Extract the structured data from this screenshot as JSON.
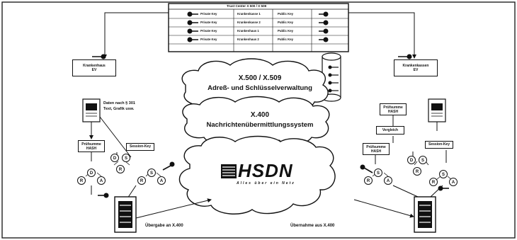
{
  "trust_center": {
    "title": "Trust Center X 500 / X 509",
    "rows": [
      [
        "Private Key",
        "Krankenkasse 1",
        "Public Key"
      ],
      [
        "Private Key",
        "Krankenkasse 2",
        "Public Key"
      ],
      [
        "Private Key",
        "Krankenhaus 1",
        "Public Key"
      ],
      [
        "Private Key",
        "Krankenhaus 2",
        "Public Key"
      ]
    ]
  },
  "left_org": {
    "line1": "Krankenhaus",
    "line2": "EV"
  },
  "right_org": {
    "line1": "Krankenkassen",
    "line2": "EV"
  },
  "cloud_top": {
    "line1": "X.500 / X.509",
    "line2": "Adreß- und Schlüsselverwaltung"
  },
  "cloud_mid": {
    "line1": "X.400",
    "line2": "Nachrichtenübermittlungssystem"
  },
  "logo": {
    "text": "HSDN",
    "tagline": "Alles über ein Netz"
  },
  "left_side": {
    "data_note": [
      "Daten nach § 301",
      "Text, Grafik usw."
    ],
    "checksum": [
      "Prüfsumme",
      "HASH"
    ],
    "session_key": "Session-Key",
    "handover": "Übergabe an X.400"
  },
  "right_side": {
    "checksum_top": [
      "Prüfsumme",
      "HASH"
    ],
    "compare": "Vergleich",
    "checksum_bottom": [
      "Prüfsumme",
      "HASH"
    ],
    "session_key": "Session-Key",
    "takeover": "Übernahme aus X.400"
  },
  "node_letters": {
    "d": "D",
    "s": "S",
    "r": "R",
    "a": "A"
  }
}
